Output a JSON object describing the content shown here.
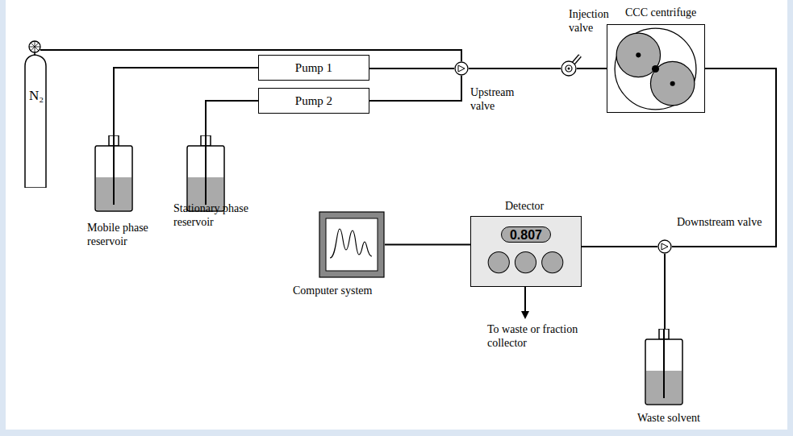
{
  "diagram": {
    "nodes": [
      {
        "text": [
          "N₂"
        ]
      },
      {
        "text": [
          "Pump 1"
        ]
      },
      {
        "text": [
          "Pump 2"
        ]
      },
      {
        "text": [
          "Upstream valve"
        ]
      },
      {
        "text": [
          "Injection valve"
        ]
      },
      {
        "text": [
          "CCC centrifuge"
        ]
      },
      {
        "text": [
          "Mobile phase reservoir"
        ]
      },
      {
        "text": [
          "Stationary phase reservoir"
        ]
      },
      {
        "text": [
          "Computer system"
        ]
      },
      {
        "text": [
          "Detector",
          "0.807"
        ]
      },
      {
        "text": [
          "Downstream valve"
        ]
      },
      {
        "text": [
          "Waste solvent"
        ]
      }
    ],
    "edges": [
      {
        "from": 0,
        "to": 3,
        "arrow": "none"
      },
      {
        "from": 6,
        "to": 1,
        "arrow": "none"
      },
      {
        "from": 7,
        "to": 2,
        "arrow": "none"
      },
      {
        "from": 1,
        "to": 3,
        "arrow": "none"
      },
      {
        "from": 2,
        "to": 3,
        "arrow": "none"
      },
      {
        "from": 3,
        "to": 4,
        "arrow": "none"
      },
      {
        "from": 4,
        "to": 5,
        "arrow": "none"
      },
      {
        "from": 5,
        "to": 10,
        "arrow": "none"
      },
      {
        "from": 10,
        "to": 9,
        "arrow": "none"
      },
      {
        "from": 10,
        "to": 11,
        "arrow": "none"
      },
      {
        "from": 9,
        "to": 8,
        "arrow": "none"
      }
    ],
    "labels": [
      "To waste or fraction collector"
    ]
  }
}
